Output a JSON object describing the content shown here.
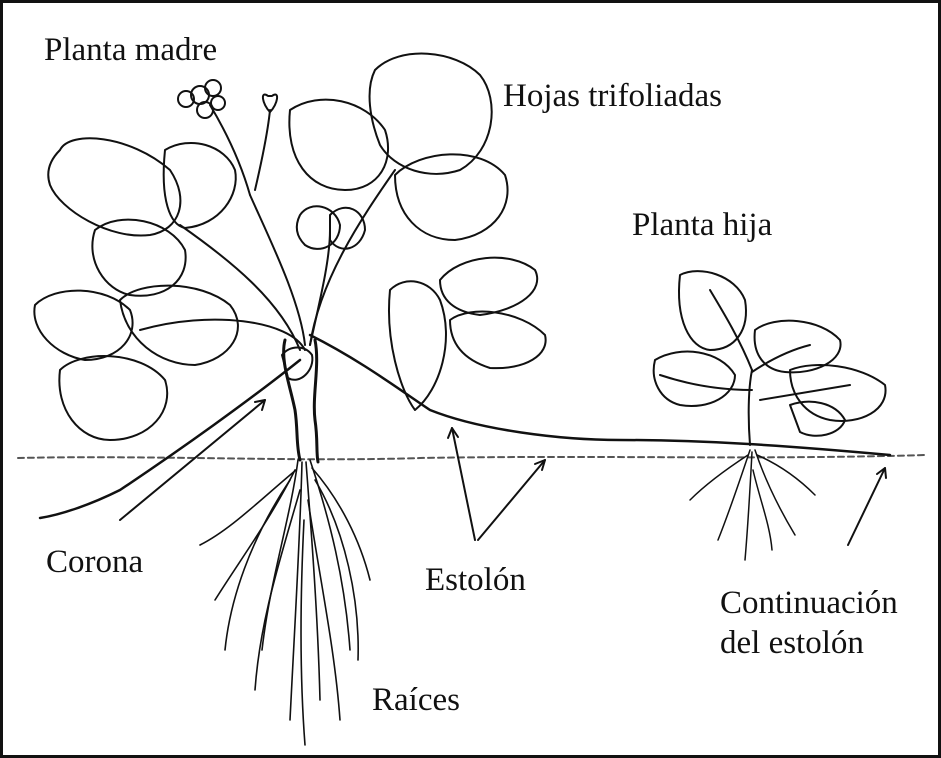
{
  "labels": {
    "planta_madre": "Planta madre",
    "hojas_trifoliadas": "Hojas trifoliadas",
    "planta_hija": "Planta hija",
    "corona": "Corona",
    "estolon": "Estolón",
    "continuacion_line1": "Continuación",
    "continuacion_line2": "del estolón",
    "raices": "Raíces"
  },
  "colors": {
    "ink": "#111111",
    "background": "#ffffff"
  }
}
